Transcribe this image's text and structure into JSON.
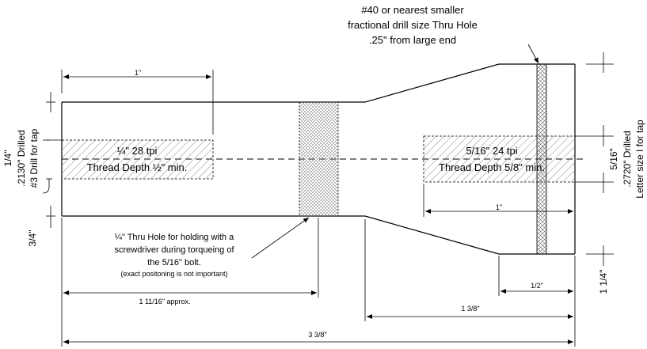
{
  "top_note": {
    "line1": "#40 or nearest smaller",
    "line2": "fractional drill size Thru Hole",
    "line3": ".25\" from large end"
  },
  "left_tap": {
    "line1": "¼\" 28 tpi",
    "line2": "Thread Depth ½\" min."
  },
  "right_tap": {
    "line1": "5/16\" 24 tpi",
    "line2": "Thread Depth 5/8\" min."
  },
  "left_vertical": {
    "dim": "1/4\"",
    "drill1": ".2130\" Drilled",
    "drill2": "#3 Drill for tap",
    "dim_lower": "3/4\""
  },
  "right_vertical": {
    "dim": "5/16\"",
    "drill1": ".2720\" Drilled",
    "drill2": "Letter size I for tap",
    "dim_lower": "1 1/4\""
  },
  "thru_hole_note": {
    "line1": "¼\" Thru Hole for holding with a",
    "line2": "screwdriver during torqueing of",
    "line3": "the 5/16\" bolt.",
    "line4": "(exact positoning is not important)"
  },
  "dims": {
    "top_left_1in": "1\"",
    "right_1in": "1\"",
    "half_in": "1/2\"",
    "approx": "1 11/16\" approx.",
    "three_eighths": "1 3/8\"",
    "overall": "3 3/8\""
  }
}
